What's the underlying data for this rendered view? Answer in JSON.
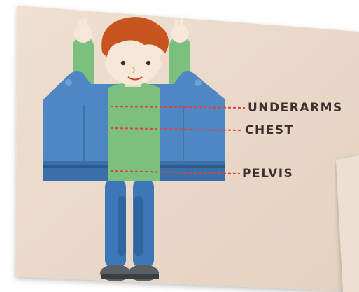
{
  "labels": {
    "underarms": "UNDERARMS",
    "chest": "CHEST",
    "pelvis": "PELVIS"
  },
  "colors": {
    "background_paper": "#e9d8c8",
    "vest": "#4f87c4",
    "shirt": "#7cc07d",
    "hair": "#c8551f",
    "skin": "#f6e7d6",
    "pants": "#3c77b8",
    "marker_line": "#e0433a",
    "label_text": "#3d2f2f"
  },
  "icons": [
    "child-figure",
    "life-vest",
    "hand-icon",
    "shoe-icon"
  ]
}
